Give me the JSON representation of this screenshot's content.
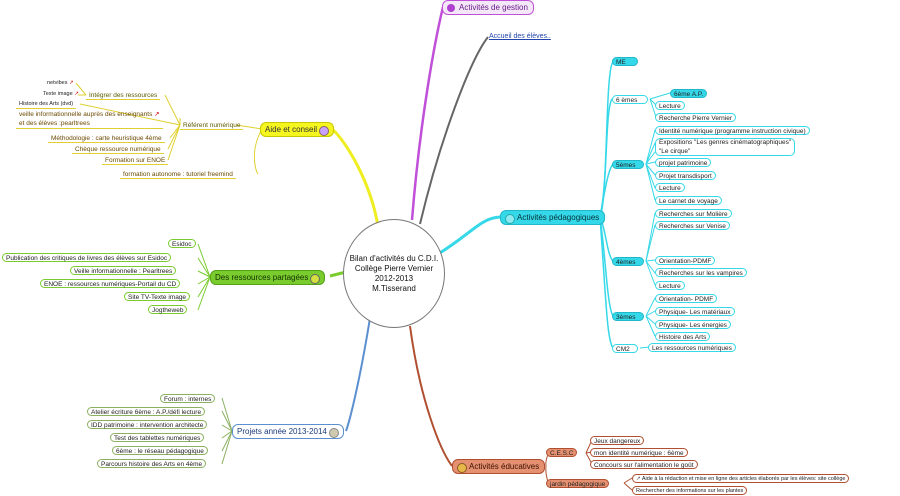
{
  "center": {
    "lines": [
      "Bilan d'activités du C.D.I.",
      "Collège Pierre Vernier",
      "2012-2013",
      "M.Tisserand"
    ]
  },
  "colors": {
    "pedagogy": "#35d8e8",
    "resources": "#7acc2e",
    "aide": "#f2f222",
    "gestion": "#c050d8",
    "educatives": "#e59070",
    "projets": "#5b8fd0",
    "accueil": "#555555"
  },
  "branches": {
    "gestion": {
      "label": "Activités de gestion"
    },
    "accueil": {
      "label": "Accueil des élèves.."
    },
    "pedagogiques": {
      "label": "Activités pédagogiques",
      "groups": {
        "me": "ME",
        "sixieme": "6 èmes",
        "cinquieme": "5èmes",
        "quatrieme": "4èmes",
        "troisieme": "3èmes",
        "cm2": "CM2"
      },
      "sixieme_items": [
        "6ème A.P.",
        "Lecture",
        "Recherche Pierre Vernier"
      ],
      "cinquieme_items": [
        "Identité numérique (programme instruction civique)",
        "Expositions \"Les genres cinématographiques\"",
        "\"Le cirque\"",
        "projet patrimoine",
        "Projet transdisport",
        "Lecture",
        "Le carnet de voyage"
      ],
      "quatrieme_items": [
        "Recherches sur Molière",
        "Recherches sur Venise",
        "Orientation-PDMF",
        "Recherches sur les vampires",
        "Lecture"
      ],
      "troisieme_items": [
        "Orientation- PDMF",
        "Physique- Les matériaux",
        "Physique- Les énergies",
        "Histoire des Arts"
      ],
      "cm2_items": [
        "Les ressources numériques"
      ]
    },
    "aide": {
      "label": "Aide et conseil",
      "referent": "Référent numérique",
      "integrer": "Intégrer des ressources",
      "integrer_items": [
        "netvibes",
        "Texte image"
      ],
      "referent_items": [
        "Histoire des Arts (dvd)",
        "veille informationnelle auprès des enseignants",
        "et des élèves :pearltrees",
        "Méthodologie : carte heuristique 4ème",
        "Chèque ressource numérique",
        "Formation sur ENOE"
      ],
      "formation": "formation autonome : tutoriel freemind"
    },
    "ressources": {
      "label": "Des ressources partagées",
      "items": [
        "Esidoc",
        "Publication des critiques de livres des élèves sur Esidoc",
        "Veille informationnelle : Pearltrees",
        "ENOE : ressources numériques-Portail du CD",
        "Site TV-Texte image",
        "Jogtheweb"
      ]
    },
    "projets": {
      "label": "Projets année 2013-2014",
      "items": [
        "Forum : internes",
        "Atelier écriture 6ème : A.P./défi lecture",
        "IDD patrimoine : intervention architecte",
        "Test des tablettes numériques",
        "6ème : le réseau pédagogique",
        "Parcours histoire des Arts en 4ème"
      ]
    },
    "educatives": {
      "label": "Activités éducatives",
      "cesc": "C.E.S.C",
      "cesc_items": [
        "Jeux dangereux",
        "mon identité numérique : 6ème",
        "Concours sur l'alimentation le goût"
      ],
      "jardin": "jardin pédagogique",
      "jardin_items": [
        "Aide à la rédaction et mise en ligne des articles élaborés par les élèves: site collège",
        "Rechercher des informations sur les plantes"
      ]
    }
  }
}
